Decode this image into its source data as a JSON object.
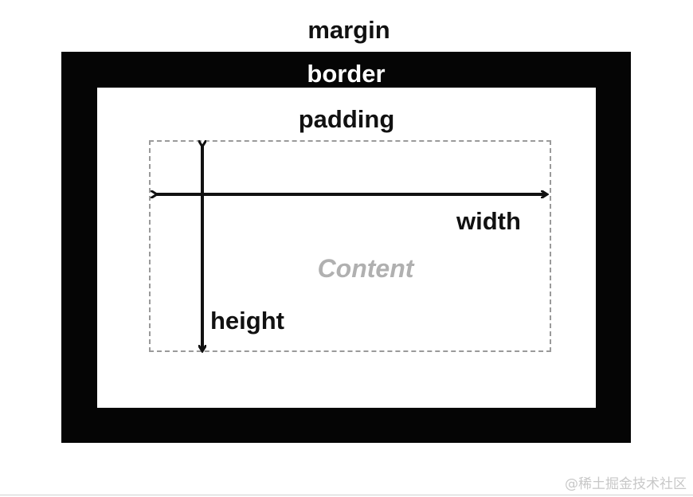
{
  "diagram": {
    "margin_label": "margin",
    "border_label": "border",
    "padding_label": "padding",
    "content_label": "Content",
    "width_label": "width",
    "height_label": "height"
  },
  "watermark": "@稀土掘金技术社区",
  "colors": {
    "border": "#050505",
    "background": "#ffffff",
    "content_text": "#b0b0b0",
    "dashed_outline": "#9a9a9a",
    "label_text": "#111111"
  }
}
